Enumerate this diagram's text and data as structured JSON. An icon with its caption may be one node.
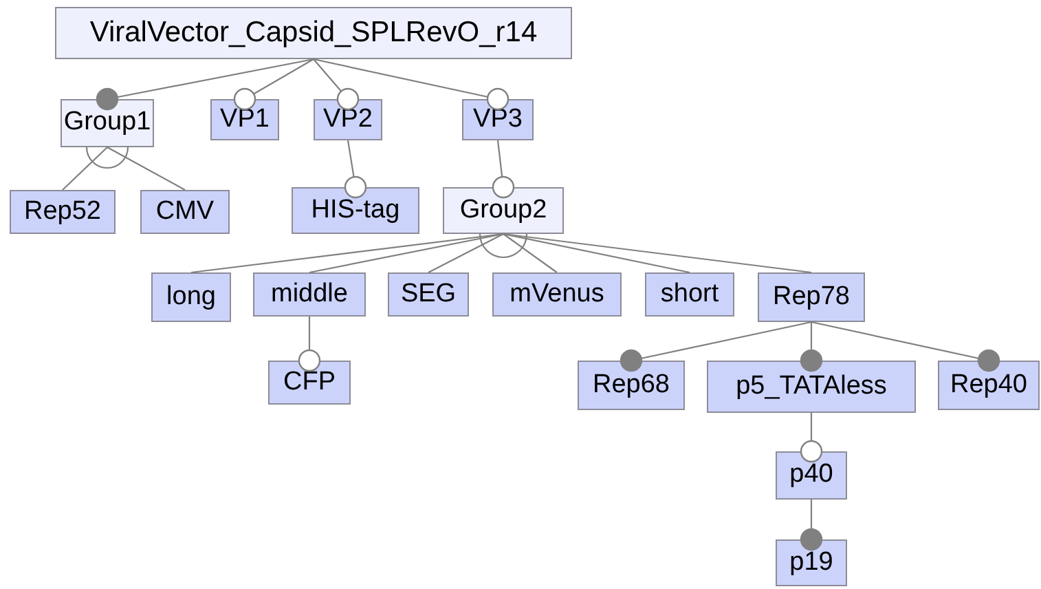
{
  "diagram": {
    "nodes": [
      {
        "text": [
          "ViralVector_Capsid_SPLRevO_r14"
        ]
      },
      {
        "text": [
          "Group1"
        ]
      },
      {
        "text": [
          "VP1"
        ]
      },
      {
        "text": [
          "VP2"
        ]
      },
      {
        "text": [
          "VP3"
        ]
      },
      {
        "text": [
          "Rep52"
        ]
      },
      {
        "text": [
          "CMV"
        ]
      },
      {
        "text": [
          "HIS-tag"
        ]
      },
      {
        "text": [
          "Group2"
        ]
      },
      {
        "text": [
          "long"
        ]
      },
      {
        "text": [
          "middle"
        ]
      },
      {
        "text": [
          "SEG"
        ]
      },
      {
        "text": [
          "mVenus"
        ]
      },
      {
        "text": [
          "short"
        ]
      },
      {
        "text": [
          "Rep78"
        ]
      },
      {
        "text": [
          "CFP"
        ]
      },
      {
        "text": [
          "Rep68"
        ]
      },
      {
        "text": [
          "p5_TATAless"
        ]
      },
      {
        "text": [
          "Rep40"
        ]
      },
      {
        "text": [
          "p40"
        ]
      },
      {
        "text": [
          "p19"
        ]
      }
    ],
    "edges": [
      {
        "from": 0,
        "to": 1,
        "arrow": "other"
      },
      {
        "from": 0,
        "to": 2,
        "arrow": "other"
      },
      {
        "from": 0,
        "to": 3,
        "arrow": "other"
      },
      {
        "from": 0,
        "to": 4,
        "arrow": "other"
      },
      {
        "from": 1,
        "to": 5,
        "arrow": "none"
      },
      {
        "from": 1,
        "to": 6,
        "arrow": "none"
      },
      {
        "from": 3,
        "to": 7,
        "arrow": "other"
      },
      {
        "from": 4,
        "to": 8,
        "arrow": "other"
      },
      {
        "from": 8,
        "to": 9,
        "arrow": "none"
      },
      {
        "from": 8,
        "to": 10,
        "arrow": "none"
      },
      {
        "from": 8,
        "to": 11,
        "arrow": "none"
      },
      {
        "from": 8,
        "to": 12,
        "arrow": "none"
      },
      {
        "from": 8,
        "to": 13,
        "arrow": "none"
      },
      {
        "from": 8,
        "to": 14,
        "arrow": "none"
      },
      {
        "from": 10,
        "to": 15,
        "arrow": "other"
      },
      {
        "from": 14,
        "to": 16,
        "arrow": "other"
      },
      {
        "from": 14,
        "to": 17,
        "arrow": "other"
      },
      {
        "from": 14,
        "to": 18,
        "arrow": "other"
      },
      {
        "from": 17,
        "to": 19,
        "arrow": "other"
      },
      {
        "from": 19,
        "to": 20,
        "arrow": "other"
      }
    ]
  }
}
